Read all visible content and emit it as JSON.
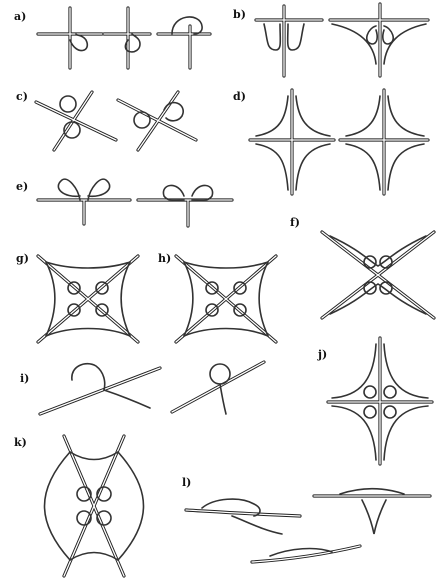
{
  "panels": [
    {
      "id": "a",
      "label": "a)"
    },
    {
      "id": "b",
      "label": "b)"
    },
    {
      "id": "c",
      "label": "c)"
    },
    {
      "id": "d",
      "label": "d)"
    },
    {
      "id": "e",
      "label": "e)"
    },
    {
      "id": "f",
      "label": "f)"
    },
    {
      "id": "g",
      "label": "g)"
    },
    {
      "id": "h",
      "label": "h)"
    },
    {
      "id": "i",
      "label": "i)"
    },
    {
      "id": "j",
      "label": "j)"
    },
    {
      "id": "k",
      "label": "k)"
    },
    {
      "id": "l",
      "label": "l)"
    }
  ],
  "colors": {
    "road": "#222222",
    "ramp": "#333333",
    "background": "#ffffff"
  }
}
